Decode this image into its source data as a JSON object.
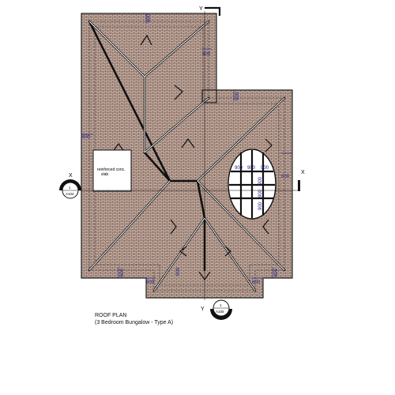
{
  "plan": {
    "title": "ROOF PLAN",
    "subtitle": "(3 Bedroom Bungalow - Type A)",
    "slab_label_line1": "reinforced conc.",
    "slab_label_line2": "slab",
    "section_x": {
      "letter": "X",
      "number": "1",
      "ref": "A104"
    },
    "section_y": {
      "letter": "Y",
      "number": "1",
      "ref": "A105"
    },
    "dimensions": {
      "top_left": "600",
      "left_side": "600",
      "mid_upper": "600",
      "upper_right": "600",
      "right_side": "600",
      "bottom_left": "600",
      "bottom_a": "600",
      "bottom_b": "600",
      "bottom_right": "600",
      "bottom_far_right": "600",
      "skylight_w1": "900",
      "skylight_w2": "900",
      "skylight_w3": "900",
      "skylight_h1": "900",
      "skylight_h2": "900",
      "skylight_h3": "900"
    }
  }
}
